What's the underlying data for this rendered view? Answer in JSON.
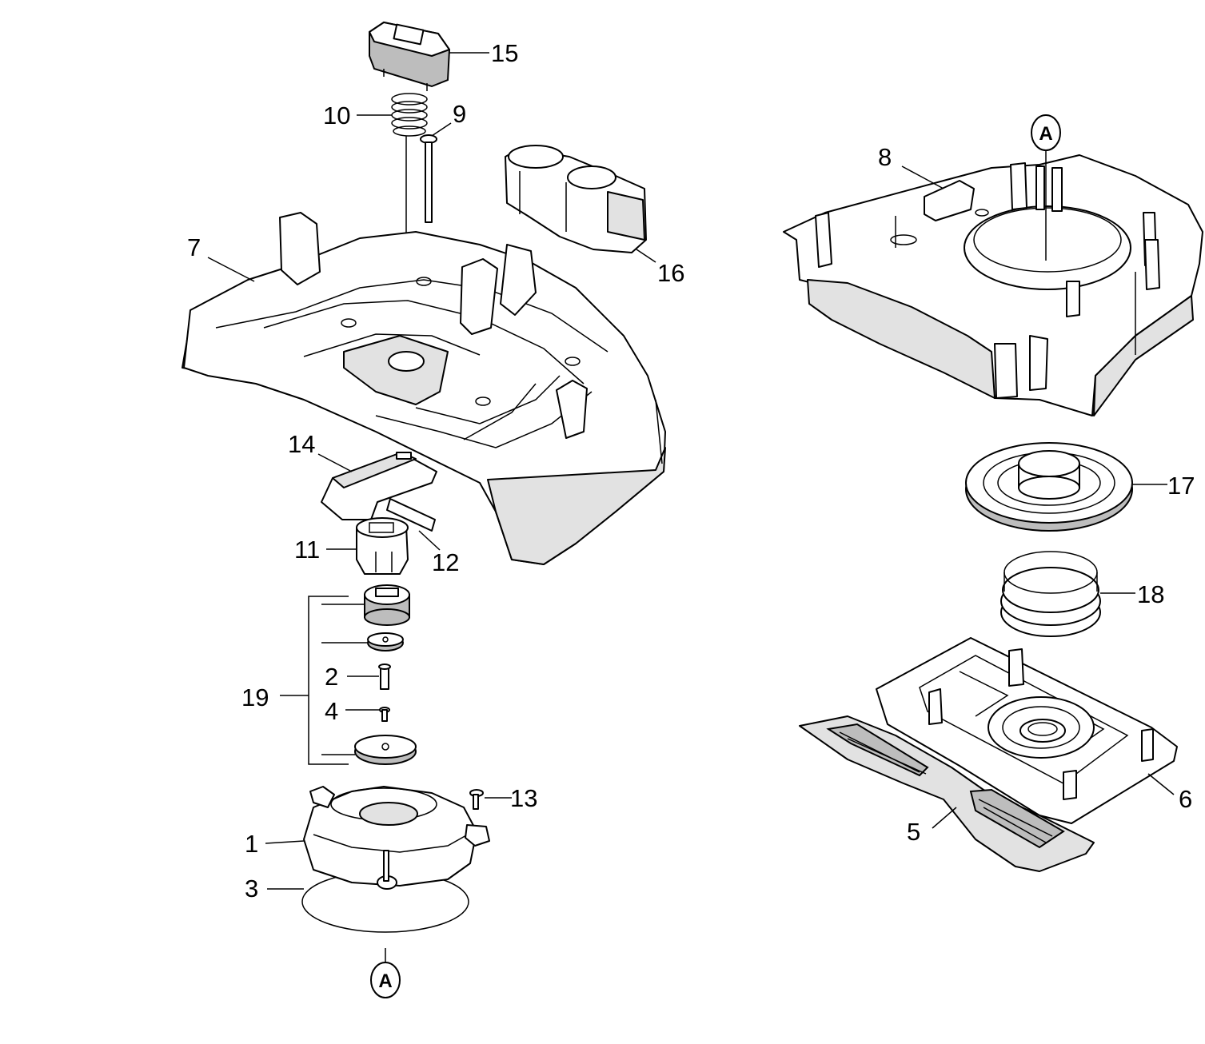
{
  "callouts": {
    "c1": "1",
    "c2": "2",
    "c3": "3",
    "c4": "4",
    "c5": "5",
    "c6": "6",
    "c7": "7",
    "c8": "8",
    "c9": "9",
    "c10": "10",
    "c11": "11",
    "c12": "12",
    "c13": "13",
    "c14": "14",
    "c15": "15",
    "c16": "16",
    "c17": "17",
    "c18": "18",
    "c19": "19"
  },
  "markers": {
    "top": "A",
    "bottom": "A"
  }
}
